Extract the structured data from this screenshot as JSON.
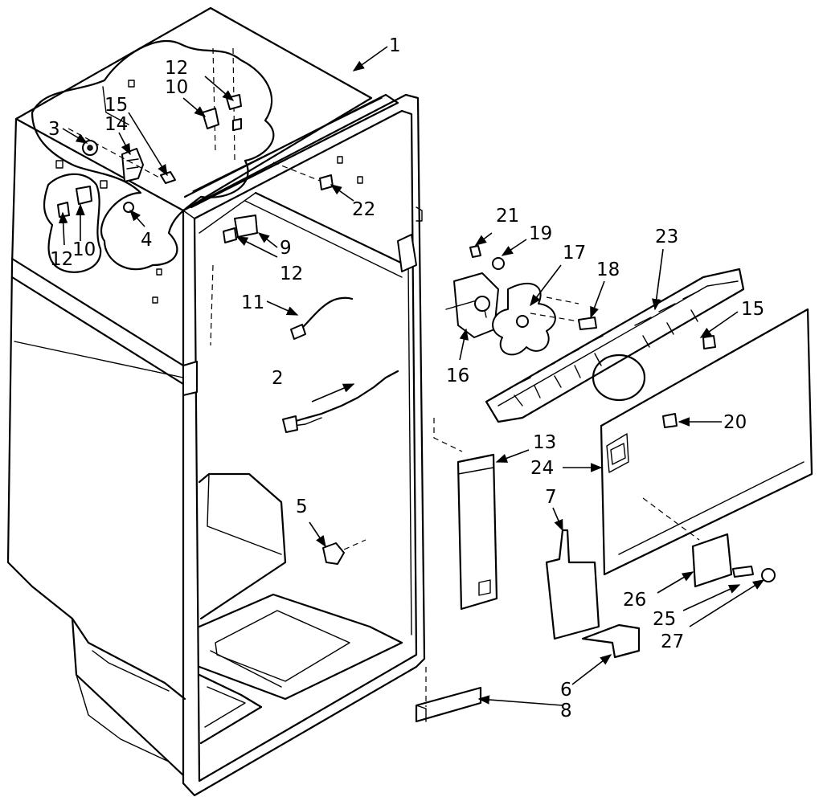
{
  "callouts": {
    "c1": "1",
    "c2": "2",
    "c3": "3",
    "c4": "4",
    "c5": "5",
    "c6": "6",
    "c7": "7",
    "c8": "8",
    "c9": "9",
    "c10a": "10",
    "c10b": "10",
    "c11": "11",
    "c12a": "12",
    "c12b": "12",
    "c12c": "12",
    "c13": "13",
    "c14": "14",
    "c15a": "15",
    "c15b": "15",
    "c16": "16",
    "c17": "17",
    "c18": "18",
    "c19": "19",
    "c20": "20",
    "c21": "21",
    "c22": "22",
    "c23": "23",
    "c24": "24",
    "c25": "25",
    "c26": "26",
    "c27": "27"
  }
}
